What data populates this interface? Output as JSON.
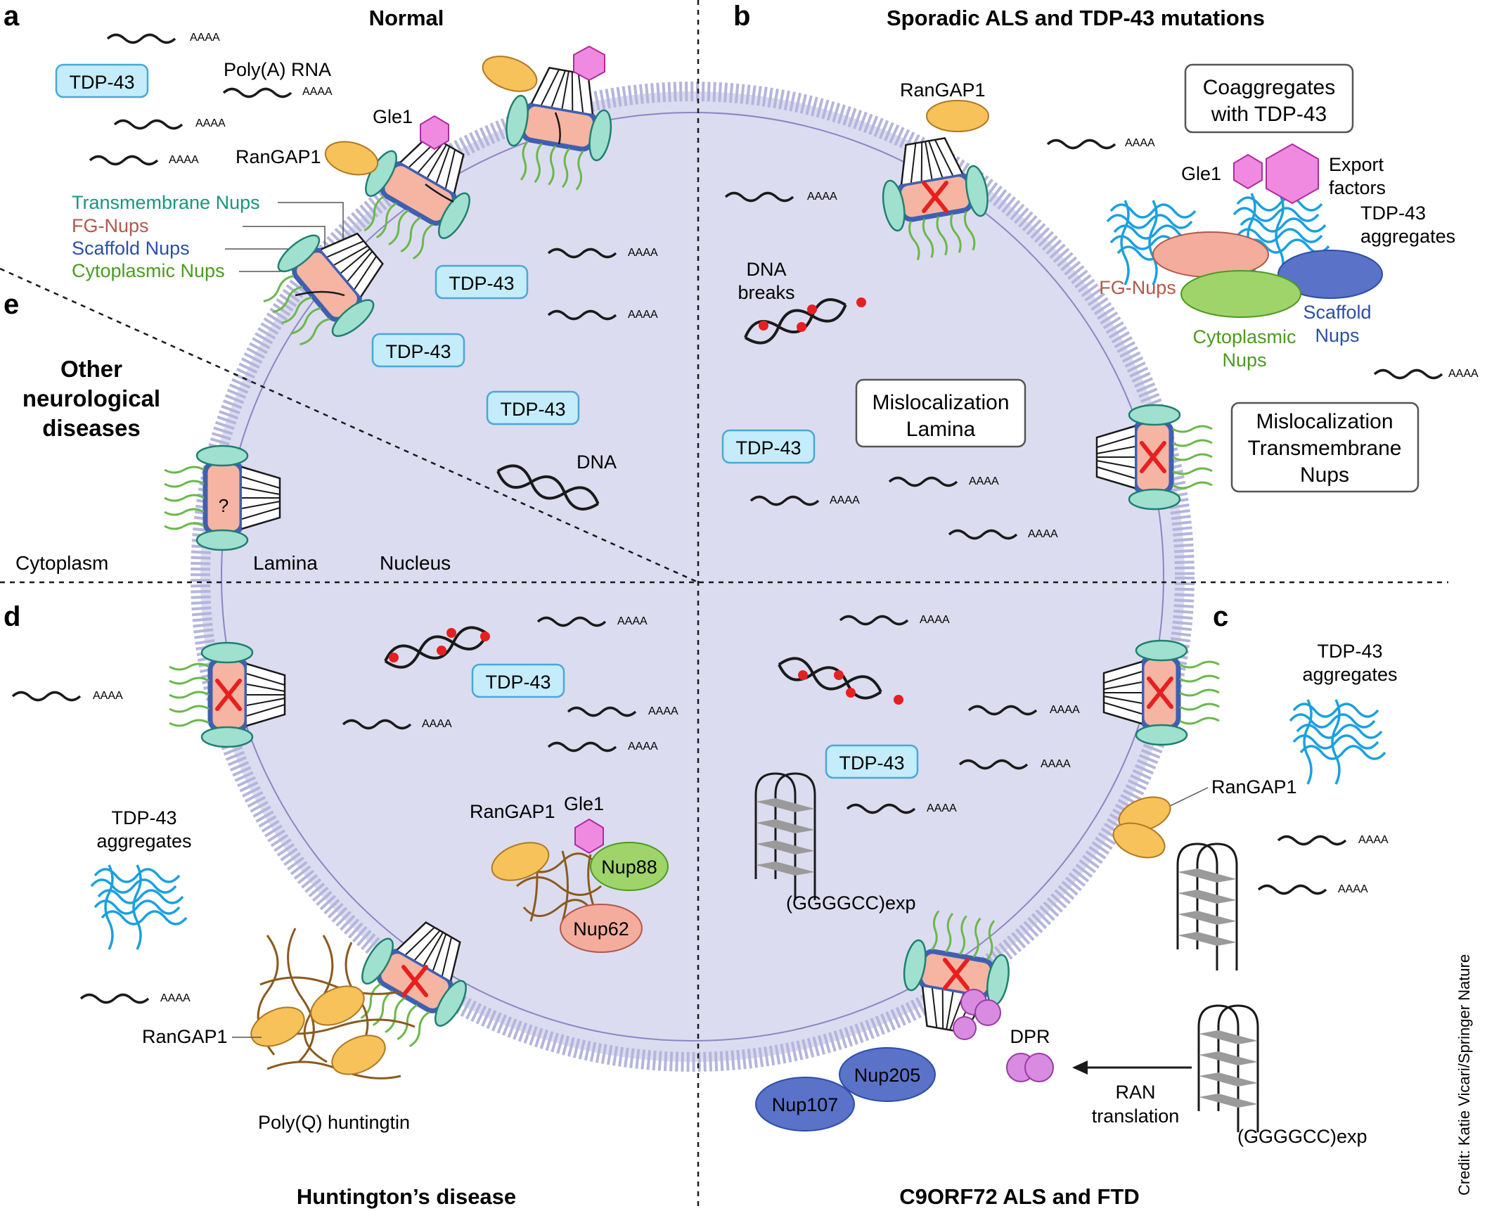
{
  "panels": {
    "a": {
      "letter": "a",
      "title": "Normal"
    },
    "b": {
      "letter": "b",
      "title": "Sporadic ALS and TDP-43 mutations"
    },
    "c": {
      "letter": "c",
      "title": "C9ORF72 ALS and FTD"
    },
    "d": {
      "letter": "d",
      "title": "Huntington’s disease"
    },
    "e": {
      "letter": "e",
      "title_lines": [
        "Other",
        "neurological",
        "diseases"
      ]
    }
  },
  "labels": {
    "tdp43": "TDP-43",
    "polya_rna": "Poly(A) RNA",
    "aaaa": "AAAA",
    "gle1": "Gle1",
    "rangap1": "RanGAP1",
    "dna": "DNA",
    "dna_breaks": [
      "DNA",
      "breaks"
    ],
    "cytoplasm": "Cytoplasm",
    "lamina": "Lamina",
    "nucleus": "Nucleus",
    "question": "?",
    "nup_legend": [
      {
        "text": "Transmembrane Nups",
        "color": "#17967f"
      },
      {
        "text": "FG-Nups",
        "color": "#b0584a"
      },
      {
        "text": "Scaffold Nups",
        "color": "#2b4ea8"
      },
      {
        "text": "Cytoplasmic Nups",
        "color": "#4b9a1f"
      }
    ],
    "coaggregates": [
      "Coaggregates",
      "with TDP-43"
    ],
    "export_factors": [
      "Export",
      "factors"
    ],
    "tdp43_aggregates": [
      "TDP-43",
      "aggregates"
    ],
    "fg_nups": "FG-Nups",
    "scaffold_nups": [
      "Scaffold",
      "Nups"
    ],
    "cytoplasmic_nups": [
      "Cytoplasmic",
      "Nups"
    ],
    "mislocalization_lamina": [
      "Mislocalization",
      "Lamina"
    ],
    "mislocalization_tm": [
      "Mislocalization",
      "Transmembrane",
      "Nups"
    ],
    "nup88": "Nup88",
    "nup62": "Nup62",
    "nup107": "Nup107",
    "nup205": "Nup205",
    "dpr": "DPR",
    "ran_translation": [
      "RAN",
      "translation"
    ],
    "ggggcc": "(GGGGCC)exp",
    "polyq": "Poly(Q) huntingtin",
    "credit": "Credit: Katie Vicari/Springer Nature"
  },
  "colors": {
    "nucleus_fill": "#dcdcf0",
    "membrane": "#b5b5dc",
    "lamina_line": "#8a86c4",
    "tdp_box_fill": "#c4ecfa",
    "tdp_box_stroke": "#4aa8d4",
    "pore_fill": "#f6b4a2",
    "pore_ring": "#3f5fb0",
    "transmembrane": "#9fe0cf",
    "cyto_fibril": "#6ab84a",
    "rangap1": "#f7c25a",
    "gle1": "#f08ae0",
    "dna_break": "#e62020",
    "aggregate_blue": "#1aa0e0",
    "huntingtin": "#8a5a1e",
    "dpr": "#d88be0",
    "fg_ellipse": "#f4ad9c",
    "cyto_ellipse": "#9ed46a",
    "scaffold_ellipse": "#5a72c8",
    "x_mark": "#e62020"
  }
}
